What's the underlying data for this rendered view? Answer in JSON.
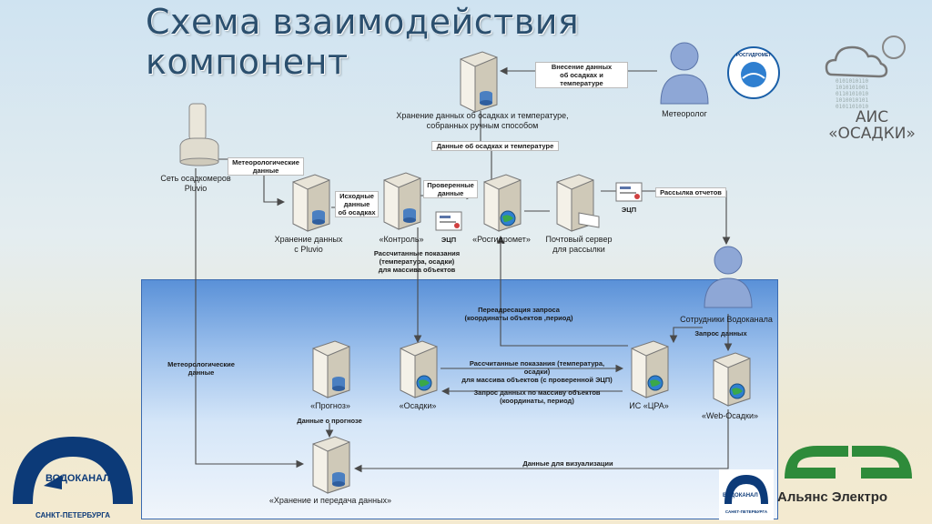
{
  "title": "Схема взаимодействия компонент",
  "nodes": {
    "manual_storage": "Хранение данных об осадках и температуре,\nсобранных ручным способом",
    "meteorologist": "Метеоролог",
    "pluvio_network": "Сеть осадкомеров\nPluvio",
    "pluvio_storage": "Хранение данных\nс Pluvio",
    "kontrol": "«Контроль»",
    "roshydromet": "«Росгидромет»",
    "mail_server": "Почтовый сервер\nдля рассылки",
    "employees": "Сотрудники Водоканала",
    "prognoz": "«Прогноз»",
    "osadki": "«Осадки»",
    "is_cra": "ИС «ЦРА»",
    "web_osadki": "«Web-Осадки»",
    "storage_transfer": "«Хранение и передача данных»"
  },
  "labels": {
    "input_data": "Внесение данных\nоб осадках и температуре",
    "data_osadki_temp": "Данные об осадках и температуре",
    "meteo_data_top": "Метеорологические\nданные",
    "raw_data": "Исходные\nданные\nоб осадках",
    "verified_data": "Проверенные\nданные",
    "eds1": "ЭЦП",
    "eds2": "ЭЦП",
    "send_reports": "Рассылка отчетов",
    "calc_readings_top": "Рассчитанные показания\n(температура, осадки)\nдля массива объектов",
    "redirect_request": "Переадресация запроса\n(координаты объектов ,период)",
    "request_data": "Запрос данных",
    "meteo_data_left": "Метеорологические\nданные",
    "calc_readings_mid": "Рассчитанные показания (температура, осадки)\nдля массива объектов (с проверенной ЭЦП)",
    "request_array": "Запрос данных по массиву объектов\n(координаты, период)",
    "forecast_data": "Данные о прогнозе",
    "viz_data": "Данные для визуализации"
  },
  "ais": {
    "name": "АИС\n«ОСАДКИ»",
    "bits": "0101010110\n1010101001\n0110101010\n1010010101\n0101101010"
  },
  "logos": {
    "roshydromet": "РОСГИДРОМЕТ",
    "vodokanal_big": "ВОДОКАНАЛ",
    "vodokanal_city": "САНКТ-ПЕТЕРБУРГА",
    "vodokanal_small": "ВОДОКАНАЛ",
    "vodokanal_small_city": "САНКТ-ПЕТЕРБУРГА",
    "alliance": "Альянс Электро"
  },
  "colors": {
    "title": "#2b4f6e",
    "zone_top": "#5a91d8",
    "line": "#4a4a4a",
    "alliance_green": "#2e8b3a",
    "vodokanal_blue": "#0c3a78"
  }
}
